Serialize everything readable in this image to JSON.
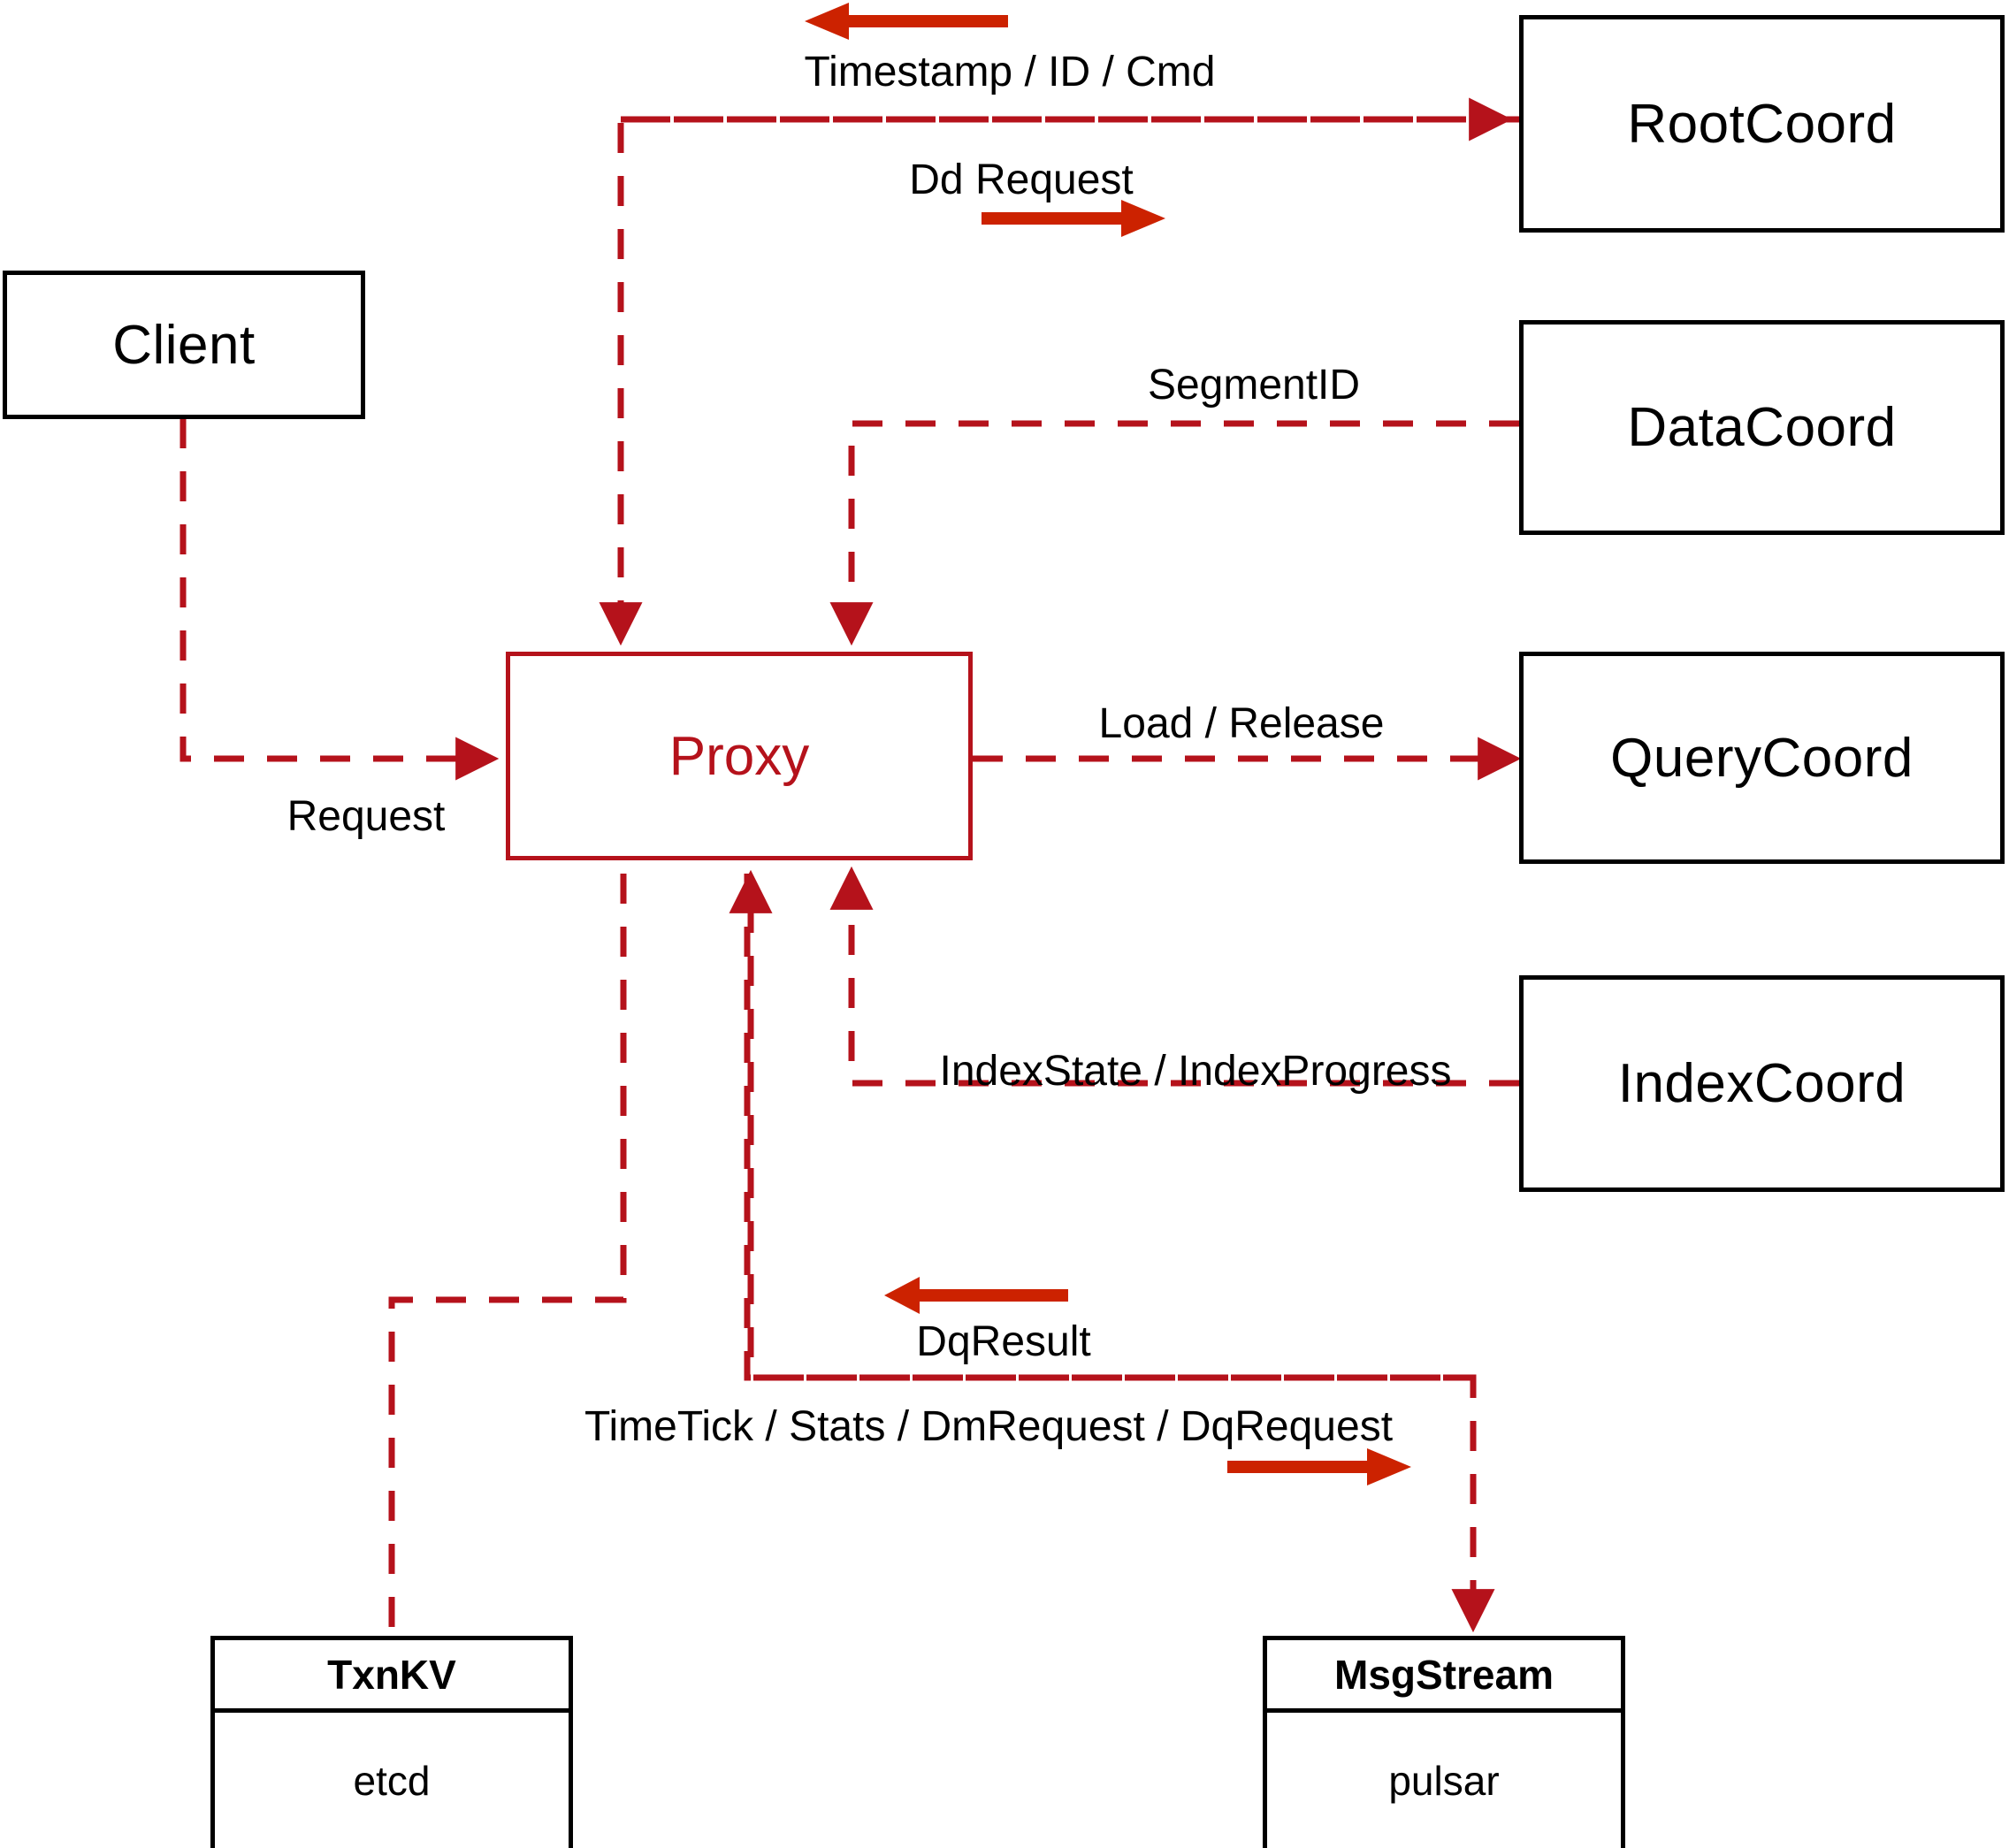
{
  "diagram": {
    "title": "Milvus Proxy interaction diagram",
    "colors": {
      "node_border": "#000000",
      "proxy": "#B5121B",
      "dashed_edge": "#B5121B",
      "direction_arrow": "#CC2200",
      "background": "#FFFFFF"
    },
    "nodes": [
      {
        "id": "client",
        "label": "Client",
        "kind": "plain"
      },
      {
        "id": "proxy",
        "label": "Proxy",
        "kind": "highlight"
      },
      {
        "id": "rootcoord",
        "label": "RootCoord",
        "kind": "plain"
      },
      {
        "id": "datacoord",
        "label": "DataCoord",
        "kind": "plain"
      },
      {
        "id": "querycoord",
        "label": "QueryCoord",
        "kind": "plain"
      },
      {
        "id": "indexcoord",
        "label": "IndexCoord",
        "kind": "plain"
      },
      {
        "id": "txnkv",
        "label": "TxnKV",
        "kind": "store",
        "impl": "etcd"
      },
      {
        "id": "msgstream",
        "label": "MsgStream",
        "kind": "store",
        "impl": "pulsar"
      }
    ],
    "edges": [
      {
        "id": "timestamp-id-cmd",
        "label": "Timestamp / ID / Cmd",
        "from": "rootcoord",
        "to": "proxy",
        "direction": "left"
      },
      {
        "id": "dd-request",
        "label": "Dd Request",
        "from": "proxy",
        "to": "rootcoord",
        "direction": "right"
      },
      {
        "id": "segment-id",
        "label": "SegmentID",
        "from": "datacoord",
        "to": "proxy",
        "direction": "left"
      },
      {
        "id": "load-release",
        "label": "Load / Release",
        "from": "proxy",
        "to": "querycoord",
        "direction": "right"
      },
      {
        "id": "index-state",
        "label": "IndexState / IndexProgress",
        "from": "indexcoord",
        "to": "proxy",
        "direction": "left"
      },
      {
        "id": "request",
        "label": "Request",
        "from": "client",
        "to": "proxy",
        "direction": "right"
      },
      {
        "id": "dq-result",
        "label": "DqResult",
        "from": "msgstream",
        "to": "proxy",
        "direction": "left"
      },
      {
        "id": "timetick-stats",
        "label": "TimeTick / Stats / DmRequest / DqRequest",
        "from": "proxy",
        "to": "msgstream",
        "direction": "right"
      },
      {
        "id": "txnkv-link",
        "label": "",
        "from": "proxy",
        "to": "txnkv",
        "direction": "none"
      }
    ]
  }
}
